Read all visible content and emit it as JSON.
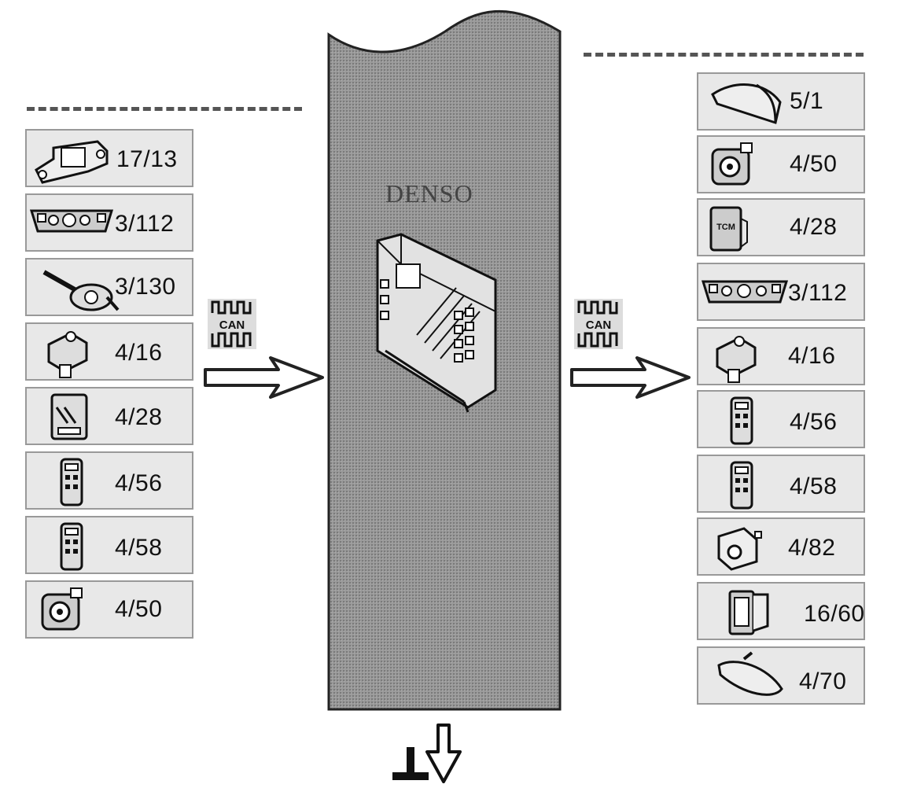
{
  "bus": {
    "brand": "DENSO",
    "can_label": "CAN"
  },
  "left_modules": [
    {
      "label": "17/13",
      "icon": "sensor-bracket-icon"
    },
    {
      "label": "3/112",
      "icon": "control-panel-icon"
    },
    {
      "label": "3/130",
      "icon": "stalk-switch-icon"
    },
    {
      "label": "4/16",
      "icon": "actuator-icon"
    },
    {
      "label": "4/28",
      "icon": "control-unit-icon"
    },
    {
      "label": "4/56",
      "icon": "remote-key-icon"
    },
    {
      "label": "4/58",
      "icon": "remote-key-icon"
    },
    {
      "label": "4/50",
      "icon": "motor-icon"
    }
  ],
  "right_modules": [
    {
      "label": "5/1",
      "icon": "lamp-icon"
    },
    {
      "label": "4/50",
      "icon": "motor-icon"
    },
    {
      "label": "4/28",
      "icon": "tcm-unit-icon"
    },
    {
      "label": "3/112",
      "icon": "control-panel-icon"
    },
    {
      "label": "4/16",
      "icon": "actuator-icon"
    },
    {
      "label": "4/56",
      "icon": "remote-key-icon"
    },
    {
      "label": "4/58",
      "icon": "remote-key-icon"
    },
    {
      "label": "4/82",
      "icon": "sensor-icon"
    },
    {
      "label": "16/60",
      "icon": "rocker-switch-icon"
    },
    {
      "label": "4/70",
      "icon": "mirror-icon"
    }
  ],
  "icons": {
    "tcm_text": "TCM"
  },
  "colors": {
    "bus_fill": "#8f8f8f",
    "box_fill": "#e8e8e8",
    "box_border": "#999999",
    "arrow_stroke": "#222222"
  }
}
